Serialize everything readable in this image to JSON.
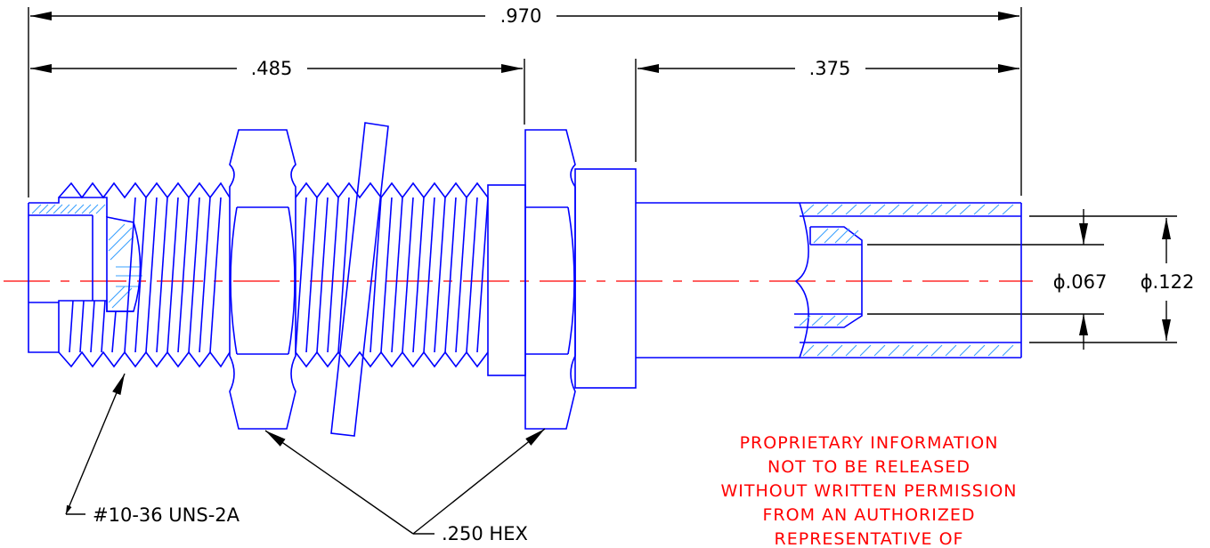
{
  "dimensions": {
    "overall_length": ".970",
    "thread_length": ".485",
    "tube_length": ".375",
    "inner_diameter": "ϕ.067",
    "outer_diameter": "ϕ.122"
  },
  "callouts": {
    "thread_spec": "#10-36 UNS-2A",
    "hex_size": ".250 HEX"
  },
  "notice": {
    "lines": [
      "PROPRIETARY INFORMATION",
      "NOT TO BE RELEASED",
      "WITHOUT WRITTEN PERMISSION",
      "FROM AN AUTHORIZED",
      "REPRESENTATIVE OF"
    ]
  },
  "colors": {
    "part_outline": "#0000ff",
    "section_hatch": "#3aa0ff",
    "dimension": "#000000",
    "centerline": "#ff0000",
    "notice_text": "#ff0000"
  }
}
